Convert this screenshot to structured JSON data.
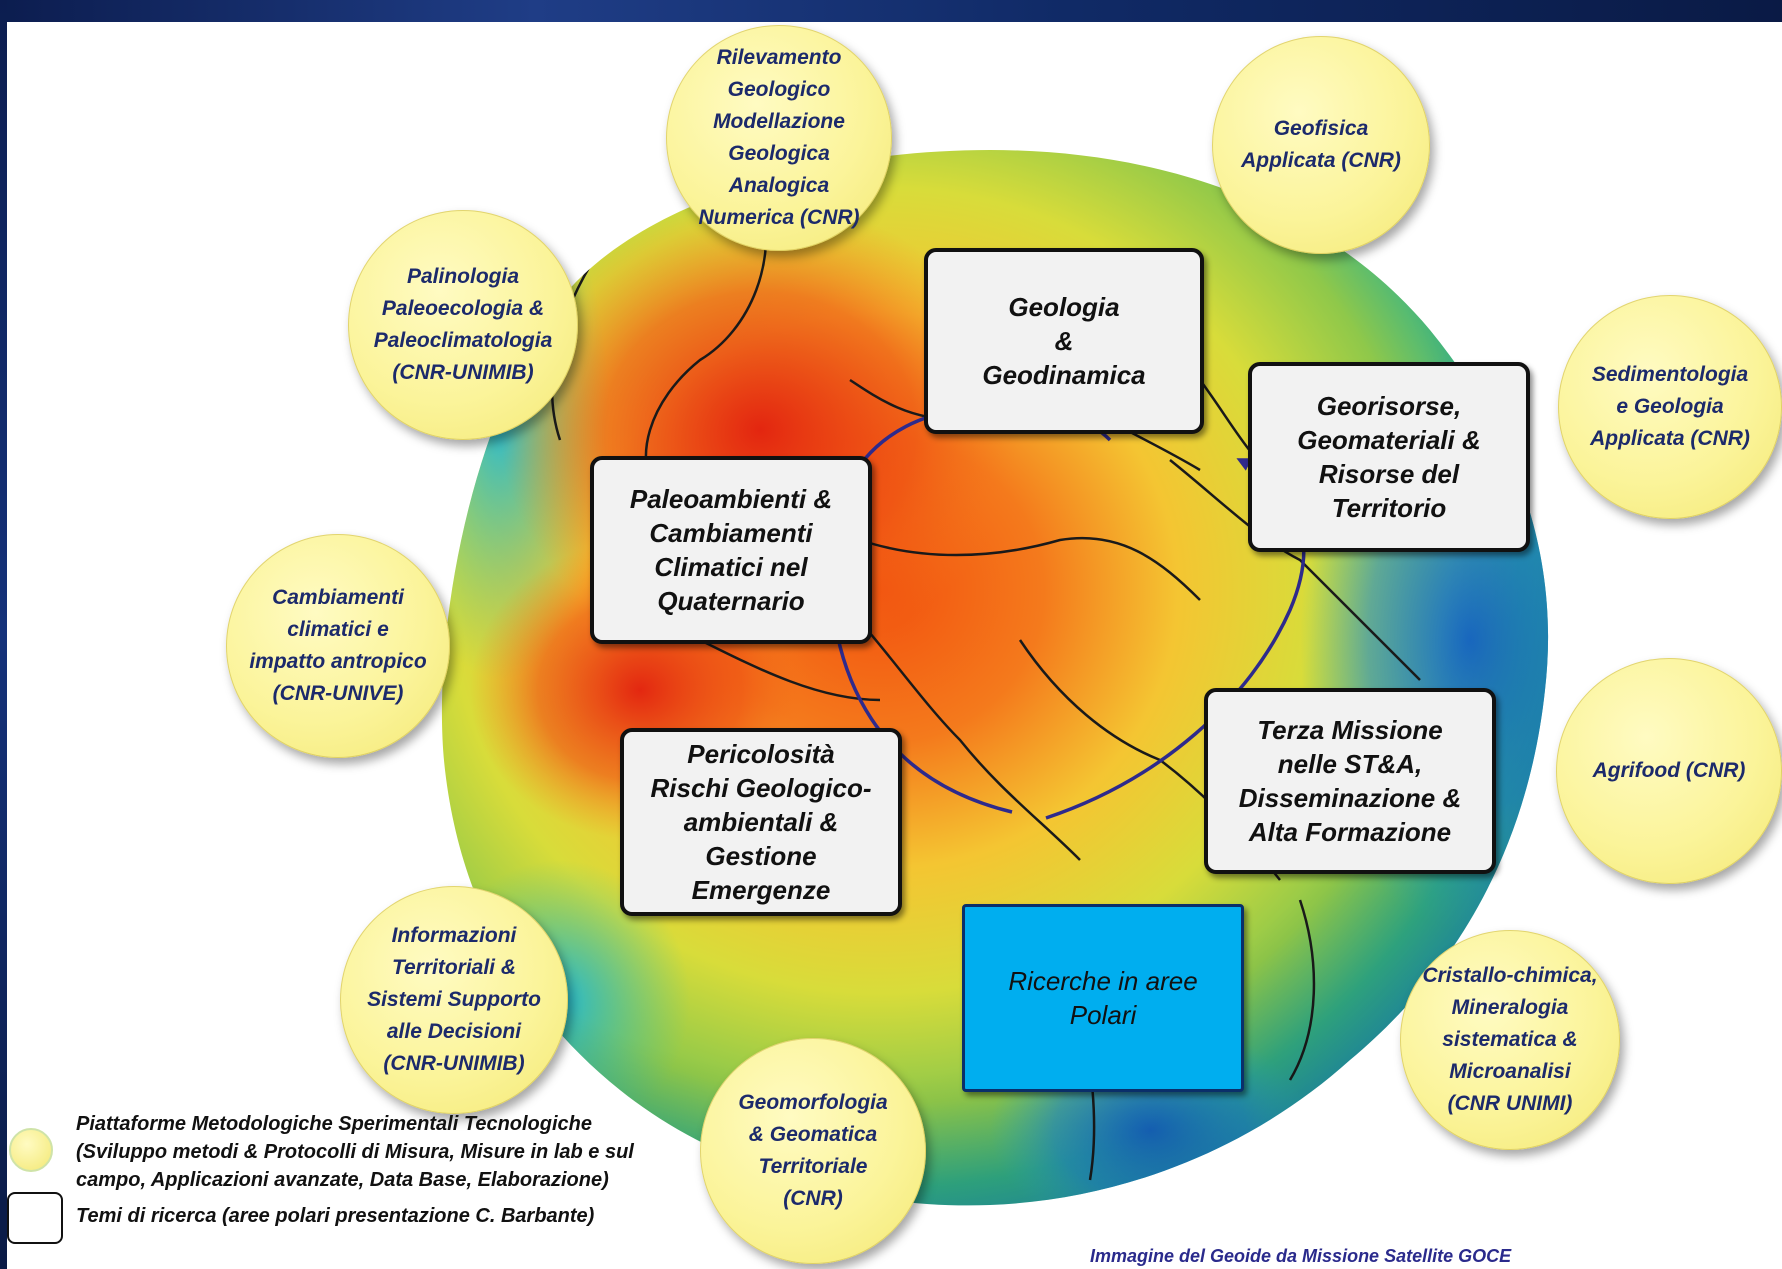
{
  "themes": {
    "geologia": "Geologia\n&\nGeodinamica",
    "georisorse": "Georisorse,\nGeomateriali &\nRisorse del\nTerritorio",
    "paleoambienti": "Paleoambienti &\nCambiamenti\nClimatici nel\nQuaternario",
    "pericolosita": "Pericolosità\nRischi Geologico-\nambientali &\nGestione\nEmergenze",
    "terza_missione": "Terza Missione\nnelle ST&A,\nDisseminazione &\nAlta Formazione",
    "polari": "Ricerche in aree\nPolari"
  },
  "platforms": {
    "rilevamento": "Rilevamento\nGeologico\nModellazione\nGeologica\nAnalogica\nNumerica (CNR)",
    "geofisica": "Geofisica\nApplicata (CNR)",
    "palinologia": "Palinologia\nPaleoecologia &\nPaleoclimatologia\n(CNR-UNIMIB)",
    "sedimentologia": "Sedimentologia\ne Geologia\nApplicata (CNR)",
    "cambiamenti": "Cambiamenti\nclimatici e\nimpatto antropico\n(CNR-UNIVE)",
    "agrifood": "Agrifood (CNR)",
    "informazioni": "Informazioni\nTerritoriali &\nSistemi Supporto\nalle Decisioni\n(CNR-UNIMIB)",
    "cristallo": "Cristallo-chimica,\nMineralogia\nsistematica &\nMicroanalisi\n(CNR UNIMI)",
    "geomorfologia": "Geomorfologia\n& Geomatica\nTerritoriale\n(CNR)"
  },
  "legend": {
    "platform_text": "Piattaforme Metodologiche Sperimentali Tecnologiche\n(Sviluppo metodi & Protocolli di Misura, Misure in lab e sul\ncampo, Applicazioni avanzate, Data Base, Elaborazione)",
    "theme_text": "Temi di ricerca (aree polari  presentazione  C. Barbante)"
  },
  "caption": "Immagine del Geoide da Missione Satellite GOCE",
  "colors": {
    "platform_fill": "#fbf49a",
    "platform_text": "#1c2a6b",
    "theme_fill": "#f2f2f2",
    "polar_fill": "#00aeef",
    "cycle_arrow": "#2e2a8c"
  }
}
